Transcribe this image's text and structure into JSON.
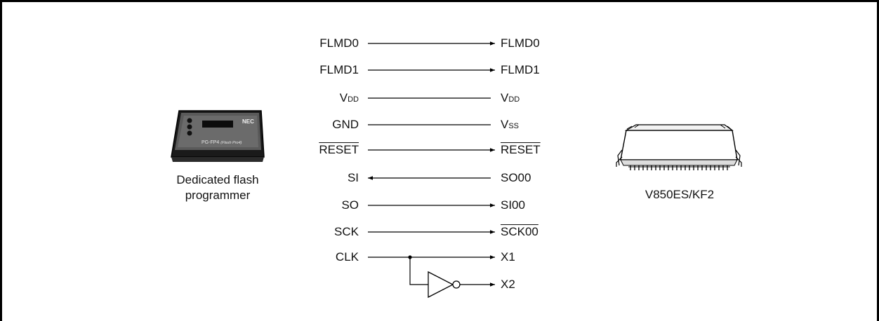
{
  "programmer": {
    "brand": "NEC",
    "model_label": "PG-FP4",
    "model_sub": "(Flash Pro4)",
    "caption_line1": "Dedicated flash",
    "caption_line2": "programmer"
  },
  "device": {
    "caption": "V850ES/KF2"
  },
  "signals": [
    {
      "left": "FLMD0",
      "right": "FLMD0",
      "direction": "to-device",
      "left_overline": false,
      "right_overline": false
    },
    {
      "left": "FLMD1",
      "right": "FLMD1",
      "direction": "to-device",
      "left_overline": false,
      "right_overline": false
    },
    {
      "left_main": "V",
      "left_sub": "DD",
      "right_main": "V",
      "right_sub": "DD",
      "direction": "none"
    },
    {
      "left": "GND",
      "right_main": "V",
      "right_sub": "SS",
      "direction": "none"
    },
    {
      "left": "RESET",
      "right": "RESET",
      "direction": "to-device",
      "left_overline": true,
      "right_overline": true
    },
    {
      "left": "SI",
      "right": "SO00",
      "direction": "to-programmer",
      "left_overline": false,
      "right_overline": false
    },
    {
      "left": "SO",
      "right": "SI00",
      "direction": "to-device",
      "left_overline": false,
      "right_overline": false
    },
    {
      "left": "SCK",
      "right": "SCK00",
      "direction": "to-device",
      "left_overline": false,
      "right_overline": true
    },
    {
      "left": "CLK",
      "right": "X1",
      "direction": "to-device",
      "left_overline": false,
      "right_overline": false
    }
  ],
  "inverter_output": {
    "label": "X2"
  }
}
